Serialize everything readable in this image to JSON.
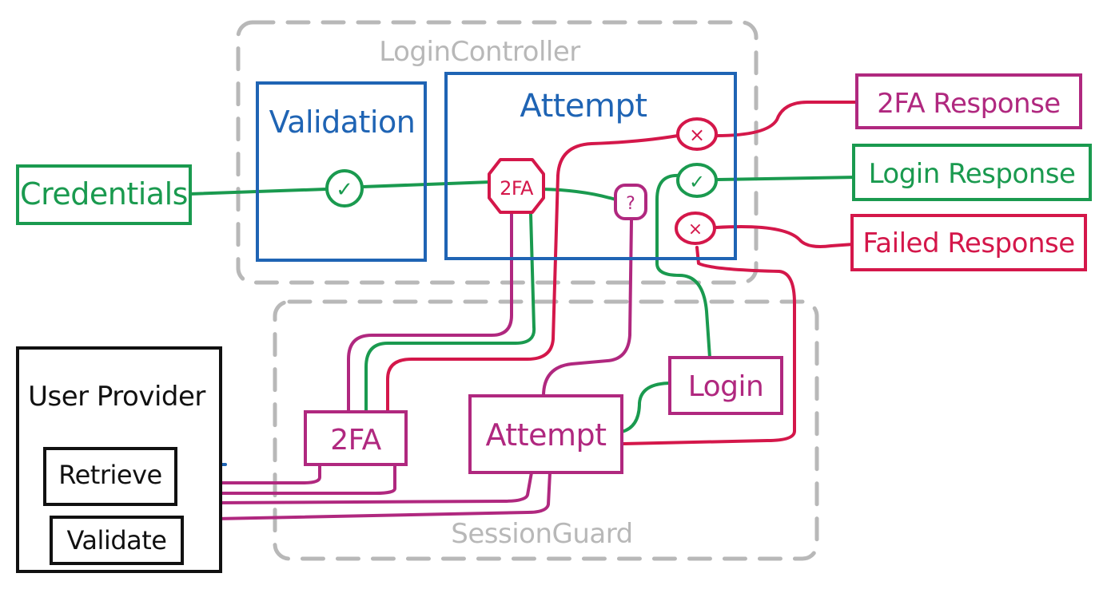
{
  "colors": {
    "green": "#1a9a4f",
    "blue": "#1f64b4",
    "red": "#d4174a",
    "magenta": "#b0287f",
    "black": "#111111",
    "gray": "#b8b8b8"
  },
  "containers": {
    "login_controller": "LoginController",
    "session_guard": "SessionGuard"
  },
  "boxes": {
    "credentials": "Credentials",
    "validation": "Validation",
    "attempt_controller": "Attempt",
    "two_fa_response": "2FA Response",
    "login_response": "Login Response",
    "failed_response": "Failed Response",
    "user_provider": "User Provider",
    "retrieve": "Retrieve",
    "validate": "Validate",
    "two_fa_guard": "2FA",
    "attempt_guard": "Attempt",
    "login_guard": "Login"
  },
  "nodes": {
    "check_validation": "✓",
    "two_fa": "2FA",
    "question": "?",
    "x_top": "×",
    "check_login": "✓",
    "x_bottom": "×"
  }
}
